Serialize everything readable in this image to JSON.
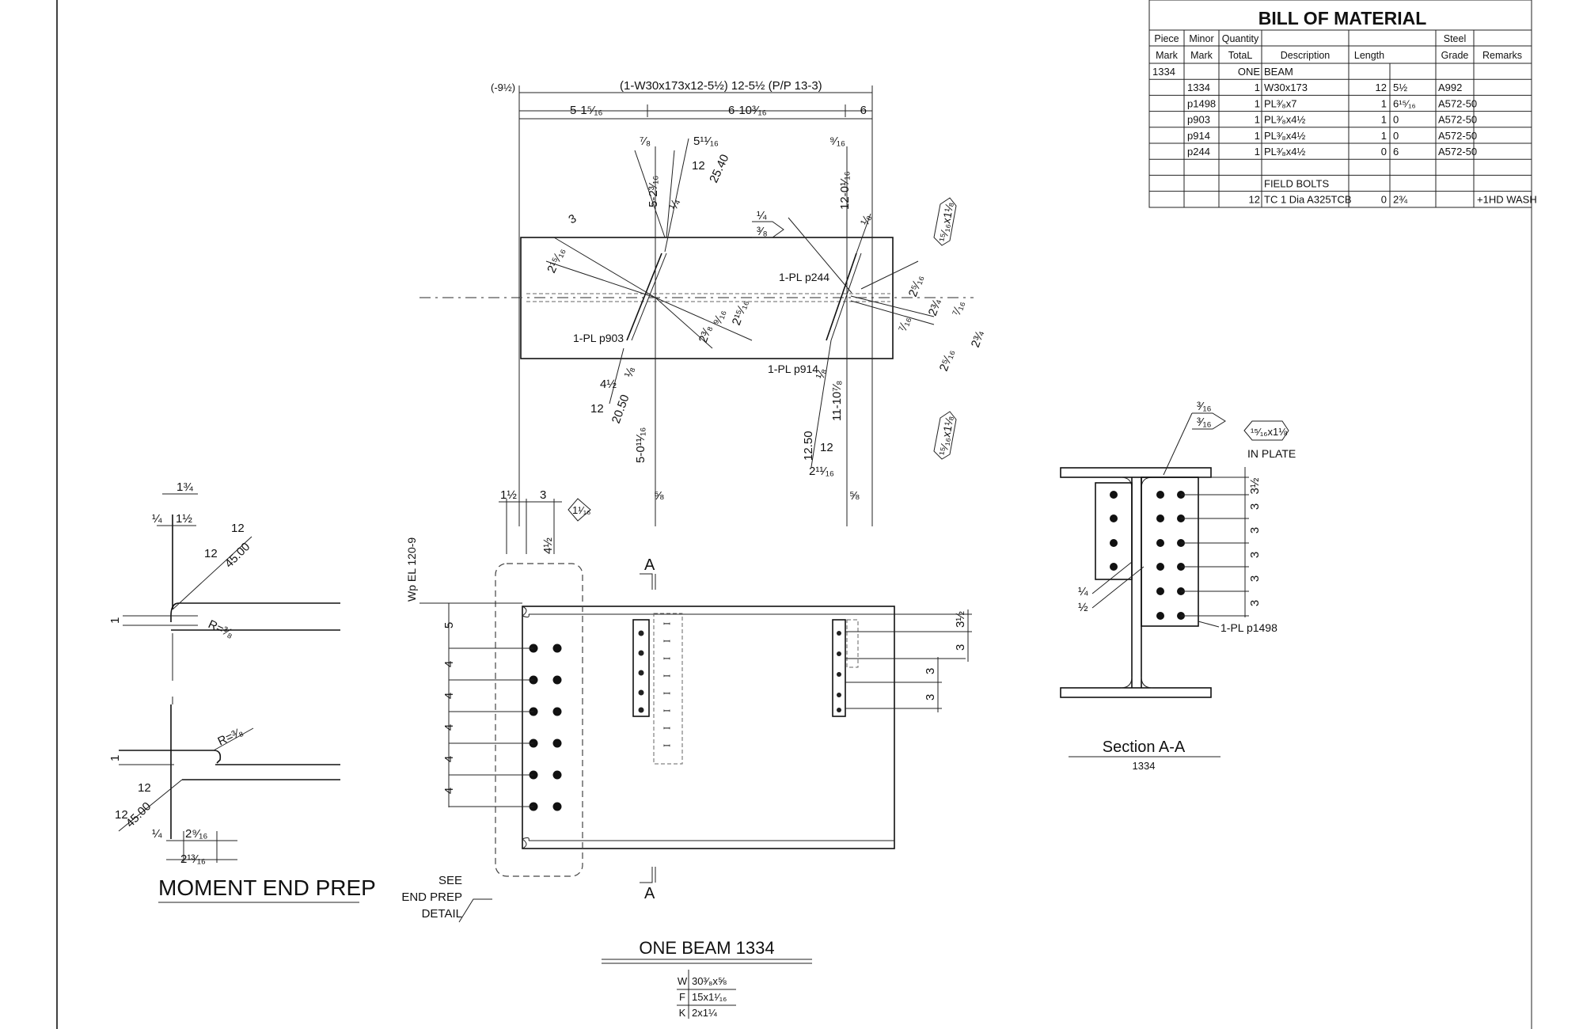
{
  "bom": {
    "title": "BILL OF MATERIAL",
    "headers": [
      [
        "Piece",
        "Minor",
        "Quantity",
        "",
        "",
        "Steel",
        ""
      ],
      [
        "Mark",
        "Mark",
        "TotaL",
        "Description",
        "Length",
        "Grade",
        "Remarks"
      ]
    ],
    "rows": [
      [
        "1334",
        "",
        "ONE",
        "BEAM",
        "",
        "",
        "",
        ""
      ],
      [
        "",
        "1334",
        "1",
        "W30x173",
        "12",
        "5½",
        "A992",
        ""
      ],
      [
        "",
        "p1498",
        "1",
        "PL³⁄₈x7",
        "1",
        "6¹⁵⁄₁₆",
        "A572-50",
        ""
      ],
      [
        "",
        "p903",
        "1",
        "PL³⁄₈x4½",
        "1",
        "0",
        "A572-50",
        ""
      ],
      [
        "",
        "p914",
        "1",
        "PL³⁄₈x4½",
        "1",
        "0",
        "A572-50",
        ""
      ],
      [
        "",
        "p244",
        "1",
        "PL³⁄₈x4½",
        "0",
        "6",
        "A572-50",
        ""
      ],
      [
        "",
        "",
        "",
        "",
        "",
        "",
        "",
        ""
      ],
      [
        "",
        "",
        "",
        "FIELD BOLTS",
        "",
        "",
        "",
        ""
      ],
      [
        "",
        "",
        "12",
        "TC 1 Dia A325TCB",
        "0",
        "2¾",
        "",
        "+1HD WASH"
      ]
    ]
  },
  "plan": {
    "overall": "(1-W30x173x12-5½)  12-5½  (P/P 13-3)",
    "left_offset": "(-9½)",
    "dims_top": [
      "5-1⁵⁄₁₆",
      "6-10³⁄₁₆",
      "6"
    ],
    "left_conn": {
      "d1": "⁷⁄₈",
      "d2": "5¹¹⁄₁₆",
      "d3": "12",
      "d4": "25.40",
      "d5": "5-2³⁄₁₆",
      "d6": "¼",
      "d7": "3",
      "d8": "2¹⁵⁄₁₆",
      "label": "1-PL p903",
      "d9": "2³⁄₈",
      "d10": "⁹⁄₁₆",
      "d11": "2¹⁵⁄₁₆",
      "d12": "4½",
      "d13": "12",
      "d14": "20.50",
      "d15": "⅛",
      "d16": "5-0¹¹⁄₁₆",
      "d17": "⅝"
    },
    "right_conn": {
      "d1": "⁹⁄₁₆",
      "d2": "12-0¹⁄₁₆",
      "d3": "⅛",
      "weld1": "¼",
      "weld2": "³⁄₈",
      "label_top": "1-PL p244",
      "d4": "2⁵⁄₁₆",
      "d5": "2¾",
      "d6": "⁷⁄₁₆",
      "d7": "⁷⁄₁₆",
      "d8": "2¾",
      "d9": "2⁵⁄₁₆",
      "bolt1": "¹⁵⁄₁₆x1⅛",
      "bolt2": "¹⁵⁄₁₆x1⅛",
      "label_bot": "1-PL p914",
      "d10": "⅛",
      "d11": "11-10⁷⁄₈",
      "d12": "12.50",
      "d13": "12",
      "d14": "2¹¹⁄₁₆",
      "d15": "⅝"
    }
  },
  "elevation": {
    "wp": "Wp EL 120-9",
    "top_dims": [
      "1½",
      "3"
    ],
    "d_vert": "4½",
    "hole": "1¹⁄₁₆",
    "spacings": [
      "5",
      "4",
      "4",
      "4",
      "4",
      "4"
    ],
    "right_dims": [
      "3½",
      "3",
      "3",
      "3"
    ],
    "section": "A",
    "see_note": [
      "SEE",
      "END PREP",
      "DETAIL"
    ]
  },
  "title_block": {
    "title": "ONE BEAM 1334",
    "props": [
      [
        "W",
        "30³⁄₈x⅝"
      ],
      [
        "F",
        "15x1¹⁄₁₆"
      ],
      [
        "K",
        "2x1¼"
      ]
    ]
  },
  "end_prep": {
    "title": "MOMENT END PREP",
    "top": [
      "1¾",
      "¼",
      "1½",
      "12",
      "12",
      "45.00",
      "1",
      "R=³⁄₈"
    ],
    "bottom": [
      "1",
      "R=³⁄₈",
      "12",
      "12",
      "45.00",
      "¼",
      "2⁹⁄₁₆",
      "2¹³⁄₁₆"
    ]
  },
  "section": {
    "title": "Section A-A",
    "subtitle": "1334",
    "weld_top": "³⁄₁₆",
    "weld_bot": "³⁄₁₆",
    "bolt": "¹⁵⁄₁₆x1⅛",
    "in_plate": "IN PLATE",
    "dims": [
      "3½",
      "3",
      "3",
      "3",
      "3",
      "3"
    ],
    "left": [
      "¼",
      "½"
    ],
    "label": "1-PL p1498"
  }
}
